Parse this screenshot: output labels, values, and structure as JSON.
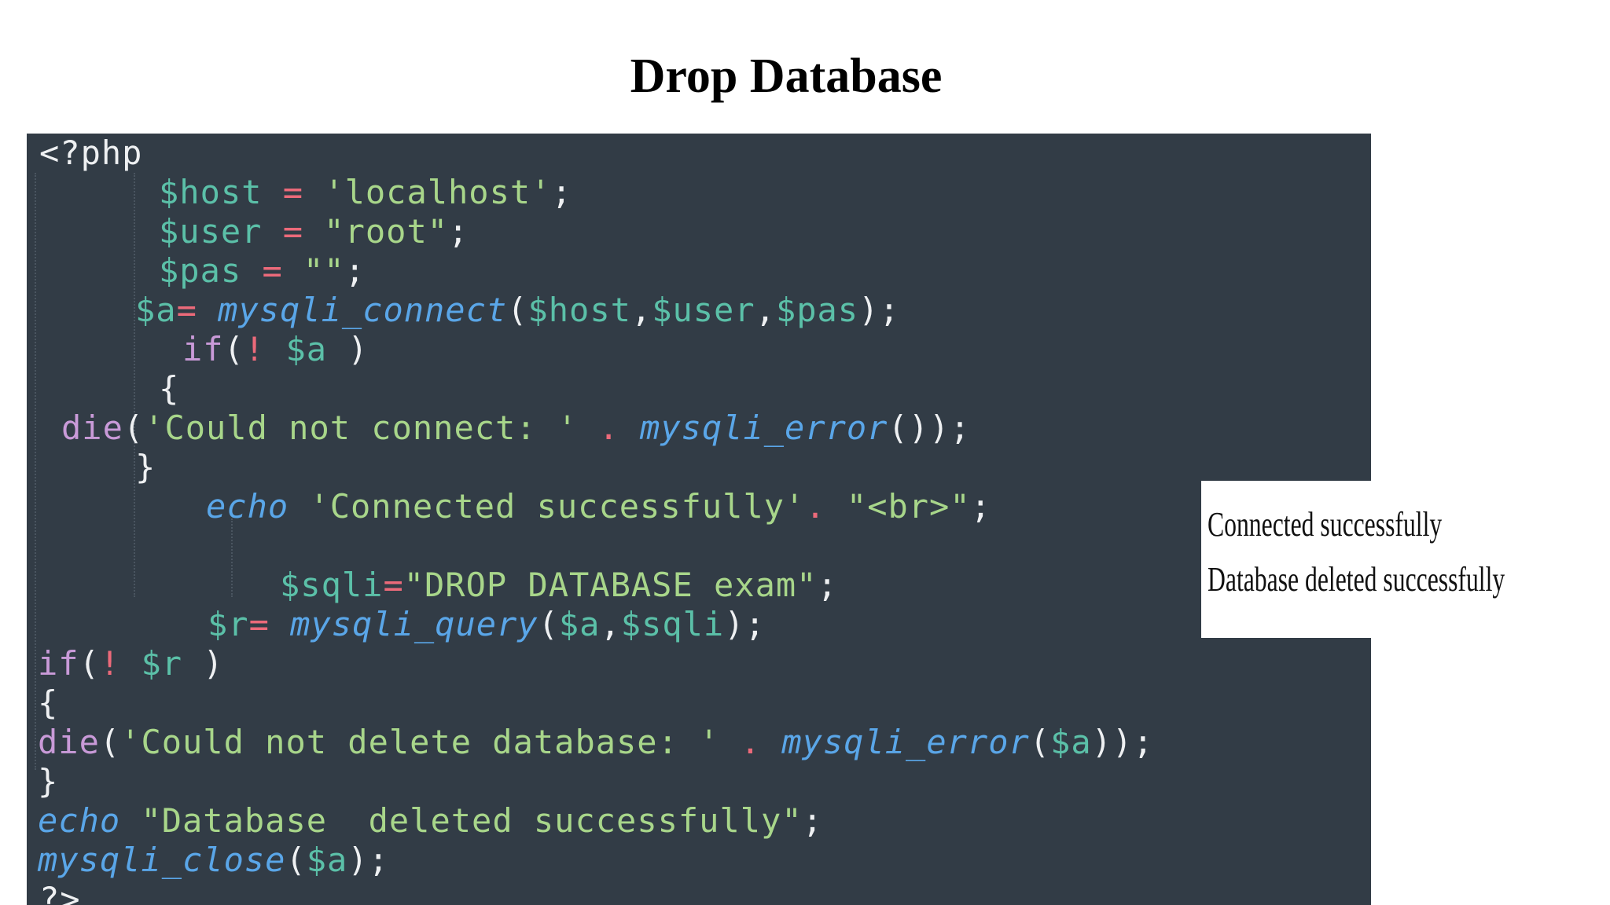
{
  "title": "Drop Database",
  "code": {
    "l1": "<?php",
    "l2_var": "$host",
    "l2_op": " = ",
    "l2_str": "'localhost'",
    "l2_end": ";",
    "l3_var": "$user",
    "l3_op": " = ",
    "l3_str": "\"root\"",
    "l3_end": ";",
    "l4_var": "$pas",
    "l4_op": " = ",
    "l4_str": "\"\"",
    "l4_end": ";",
    "l5_var": "$a",
    "l5_op": "= ",
    "l5_fn": "mysqli_connect",
    "l5_open": "(",
    "l5_a1": "$host",
    "l5_c1": ",",
    "l5_a2": "$user",
    "l5_c2": ",",
    "l5_a3": "$pas",
    "l5_end": ");",
    "l6_kw": "if",
    "l6_open": "(",
    "l6_op": "!",
    "l6_sp": " ",
    "l6_var": "$a",
    "l6_end": " )",
    "l7": "{",
    "l8_kw": "die",
    "l8_open": "(",
    "l8_str": "'Could not connect: '",
    "l8_dot": " . ",
    "l8_fn": "mysqli_error",
    "l8_end": "());",
    "l9": "}",
    "l10_fn": "echo",
    "l10_sp": " ",
    "l10_str": "'Connected successfully'",
    "l10_dot": ". ",
    "l10_str2": "\"<br>\"",
    "l10_end": ";",
    "l11_var": "$sqli",
    "l11_op": "=",
    "l11_str": "\"DROP DATABASE exam\"",
    "l11_end": ";",
    "l12_var": "$r",
    "l12_op": "= ",
    "l12_fn": "mysqli_query",
    "l12_open": "(",
    "l12_a1": "$a",
    "l12_c1": ",",
    "l12_a2": "$sqli",
    "l12_end": ");",
    "l13_kw": "if",
    "l13_open": "(",
    "l13_op": "!",
    "l13_sp": " ",
    "l13_var": "$r",
    "l13_end": " )",
    "l14": "{",
    "l15_kw": "die",
    "l15_open": "(",
    "l15_str": "'Could not delete database: '",
    "l15_dot": " . ",
    "l15_fn": "mysqli_error",
    "l15_open2": "(",
    "l15_var": "$a",
    "l15_end": "));",
    "l16": "}",
    "l17_fn": "echo",
    "l17_sp": " ",
    "l17_str": "\"Database  deleted successfully\"",
    "l17_end": ";",
    "l18_fn": "mysqli_close",
    "l18_open": "(",
    "l18_var": "$a",
    "l18_end": ");",
    "l19": "?>"
  },
  "output": {
    "line1": "Connected successfully",
    "line2": "Database deleted successfully"
  },
  "colors": {
    "panel_bg": "#323c46",
    "variable": "#5bc0a8",
    "operator": "#ec6a7a",
    "string": "#a8d68a",
    "keyword": "#c99ad8",
    "function": "#5aa6e8"
  }
}
